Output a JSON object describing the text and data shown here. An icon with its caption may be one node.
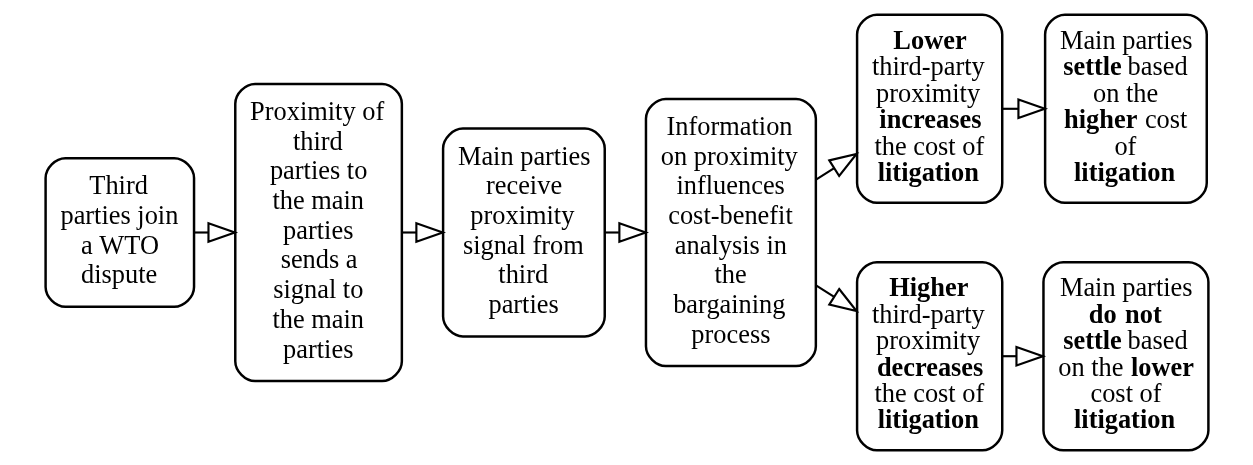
{
  "diagram": {
    "nodes": [
      {
        "text": [
          "Third parties join a WTO dispute"
        ]
      },
      {
        "text": [
          "Proximity of third parties to the main parties sends a signal to the main parties"
        ]
      },
      {
        "text": [
          "Main parties receive proximity signal from third parties"
        ]
      },
      {
        "text": [
          "Information on proximity influences cost-benefit analysis in the bargaining process"
        ]
      },
      {
        "text": [
          "**Lower** third-party proximity **increases** the cost of **litigation**"
        ]
      },
      {
        "text": [
          "**Higher** third-party proximity **decreases** the cost of **litigation**"
        ]
      },
      {
        "text": [
          "Main parties **settle** based on the **higher** cost of **litigation**"
        ]
      },
      {
        "text": [
          "Main parties **do not settle** based on the **lower** cost of **litigation**"
        ]
      }
    ],
    "edges": [
      {
        "from": 0,
        "to": 1,
        "arrow": "to"
      },
      {
        "from": 1,
        "to": 2,
        "arrow": "to"
      },
      {
        "from": 2,
        "to": 3,
        "arrow": "to"
      },
      {
        "from": 3,
        "to": 4,
        "arrow": "to"
      },
      {
        "from": 3,
        "to": 5,
        "arrow": "to"
      },
      {
        "from": 4,
        "to": 6,
        "arrow": "to"
      },
      {
        "from": 5,
        "to": 7,
        "arrow": "to"
      }
    ]
  }
}
